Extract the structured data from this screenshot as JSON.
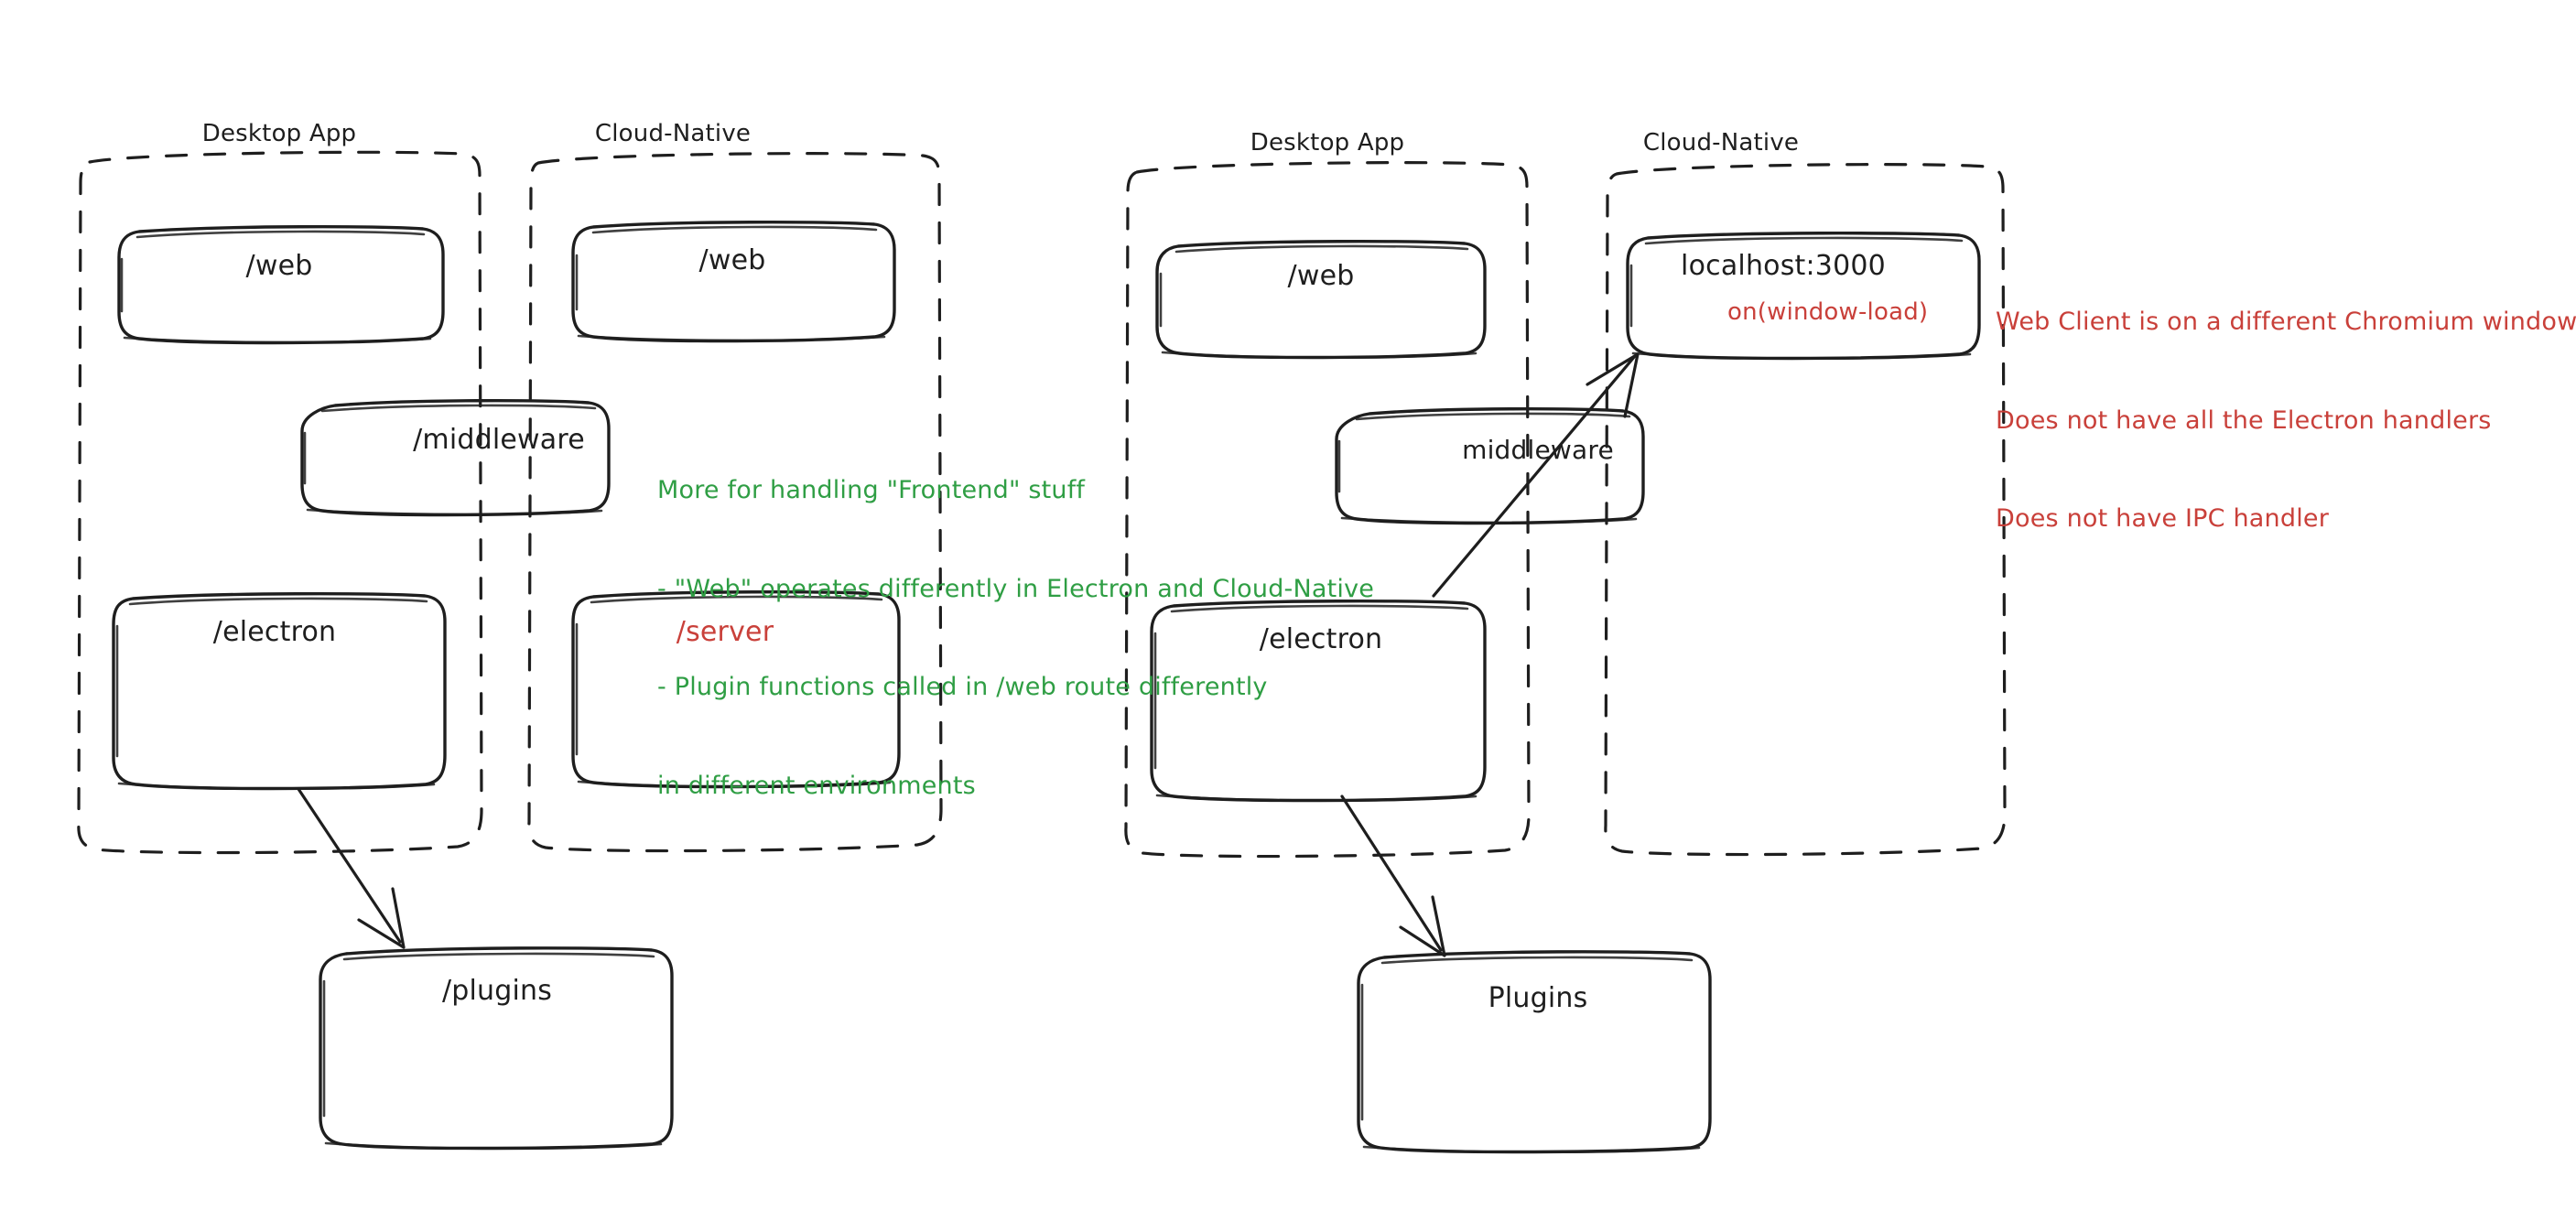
{
  "meta": {
    "title": "Electron vs Cloud-Native architecture sketch",
    "style": "hand-drawn whiteboard (excalidraw)",
    "background": "#ffffff"
  },
  "colors": {
    "stroke": "#1e1e1e",
    "green": "#2f9e44",
    "red": "#c9403a",
    "background": "#ffffff"
  },
  "diagrams": [
    {
      "id": "left",
      "groups": [
        {
          "id": "left-desktop-app",
          "title": "Desktop App",
          "boxes": [
            {
              "id": "left-desktop-web",
              "label": "/web",
              "color": "#1e1e1e"
            },
            {
              "id": "left-desktop-electron",
              "label": "/electron",
              "color": "#1e1e1e"
            }
          ]
        },
        {
          "id": "left-cloud-native",
          "title": "Cloud-Native",
          "boxes": [
            {
              "id": "left-cloud-web",
              "label": "/web",
              "color": "#1e1e1e"
            },
            {
              "id": "left-cloud-server",
              "label": "/server",
              "color": "#c9403a"
            }
          ]
        }
      ],
      "shared_boxes": [
        {
          "id": "left-middleware",
          "label": "/middleware",
          "color": "#1e1e1e"
        }
      ],
      "outside_boxes": [
        {
          "id": "left-plugins",
          "label": "/plugins",
          "color": "#1e1e1e"
        }
      ],
      "arrows": [
        {
          "id": "left-electron-to-plugins",
          "from": "left-desktop-electron",
          "to": "left-plugins"
        }
      ]
    },
    {
      "id": "right",
      "groups": [
        {
          "id": "right-desktop-app",
          "title": "Desktop App",
          "boxes": [
            {
              "id": "right-desktop-web",
              "label": "/web",
              "color": "#1e1e1e"
            },
            {
              "id": "right-desktop-electron",
              "label": "/electron",
              "color": "#1e1e1e"
            }
          ]
        },
        {
          "id": "right-cloud-native",
          "title": "Cloud-Native",
          "boxes": [
            {
              "id": "right-localhost",
              "label": "localhost:3000",
              "sublabel": "on(window-load)",
              "color": "#1e1e1e",
              "sublabel_color": "#c9403a"
            }
          ]
        }
      ],
      "shared_boxes": [
        {
          "id": "right-middleware",
          "label": "middleware",
          "color": "#1e1e1e"
        }
      ],
      "outside_boxes": [
        {
          "id": "right-plugins",
          "label": "Plugins",
          "color": "#1e1e1e"
        }
      ],
      "arrows": [
        {
          "id": "right-electron-to-localhost",
          "from": "right-desktop-electron",
          "to": "right-localhost"
        },
        {
          "id": "right-electron-to-plugins",
          "from": "right-desktop-electron",
          "to": "right-plugins"
        }
      ]
    }
  ],
  "notes": {
    "green": {
      "id": "frontend-note",
      "color": "#2f9e44",
      "lines": [
        "More for handling \"Frontend\" stuff",
        "- \"Web\" operates differently in Electron and Cloud-Native",
        "- Plugin functions called in /web route differently",
        "in different environments"
      ]
    },
    "red": {
      "id": "web-client-note",
      "color": "#c9403a",
      "lines": [
        "Web Client is on a different Chromium window",
        "Does not have all the Electron handlers",
        "Does not have IPC handler"
      ]
    }
  }
}
